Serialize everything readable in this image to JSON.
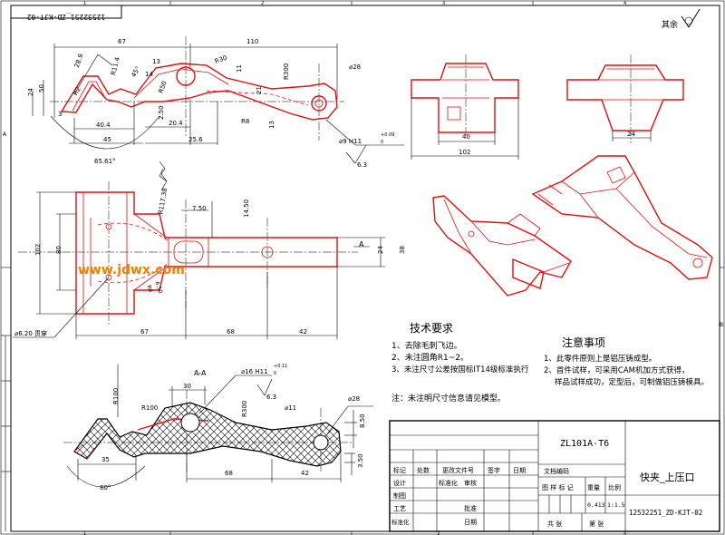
{
  "drawing": {
    "code_box": "12532251_ZD-KJT-02",
    "roughness_note": "其余",
    "watermark": "www.jdwx.com",
    "section_label": "A-A",
    "arrow_label": "A",
    "dimensions": {
      "d67_top": "67",
      "d110_top": "110",
      "d28_9": "28.9",
      "r11_4": "R11.4",
      "d45_deg": "45°",
      "d14": "14",
      "d13": "13",
      "d24_top": "24",
      "d50_left": "50",
      "r2": "R2",
      "r50": "R50",
      "r30": "R30",
      "d11_a": "11",
      "d21_a": "21",
      "r300": "R300",
      "dia28_top": "⌀28",
      "d3": "3",
      "d40_4": "40.4",
      "d2_50": "2.50",
      "d20_4": "20.4",
      "r8": "R8",
      "d13_b": "13",
      "d45": "45",
      "d25_6": "25.6",
      "dia9": "⌀9 H11",
      "tol9_up": "+0.09",
      "tol9_dn": "0",
      "rough63_a": "6.3",
      "d65_61": "65.61°",
      "d40_fr": "40",
      "d102_fr": "102",
      "d24_sd": "24",
      "r117": "R117.38",
      "d7_50": "7.50",
      "d14_50": "14.50",
      "d102_plan": "102",
      "d80_plan": "80",
      "d24_plan": "24",
      "d38_plan": "38",
      "r6": "R6",
      "d6_50": "6.50",
      "d67_plan": "67",
      "d68_plan": "68",
      "d42_plan": "42",
      "dia6_2": "⌀6.20 贯穿",
      "r100": "R100",
      "r100_b": "R100",
      "d30_sec": "30",
      "dia16": "⌀16 H11",
      "tol16_up": "+0.11",
      "tol16_dn": "0",
      "r300_b": "R300",
      "rough63_b": "6.3",
      "dia11_sec": "⌀11",
      "dia28_sec": "⌀28",
      "d8_50": "8.50",
      "d35_sec": "35",
      "d80deg": "80°",
      "d68_sec": "68",
      "d42_sec": "42",
      "d3_50": "3.50"
    }
  },
  "tech_req": {
    "title": "技术要求",
    "items": [
      "1、去除毛刺飞边。",
      "2、未注圆角R1~2。",
      "3、未注尺寸公差按国标IT14级标准执行"
    ],
    "note": "注：未注明尺寸信息请见模型。"
  },
  "notice": {
    "title": "注意事项",
    "items": [
      "1、此零件原则上是铝压铸成型。",
      "2、首件试样，可采用CAM机加方式获得，",
      "样品试样成功，定型后，可制做铝压铸模具。"
    ]
  },
  "title_block": {
    "part_no": "ZL101A-T6",
    "part_name": "快夹_上压口",
    "drawing_no": "12532251_ZD-KJT-02",
    "weight": "0.413",
    "scale": "1:1.5",
    "headers": {
      "mark": "标记",
      "count": "处数",
      "file": "更改文件号",
      "sign": "签字",
      "date": "日期",
      "doc_no": "文档编码",
      "design": "设计",
      "standard": "标准化",
      "review": "审核",
      "draw": "制图",
      "process": "工艺",
      "approve": "批准",
      "standardized": "标准化",
      "date2": "日期",
      "stage": "图 样 标 记",
      "weight_h": "重量",
      "scale_h": "比例",
      "total": "共  张",
      "sheet": "第  张"
    }
  },
  "border": {
    "top_marks": [
      "1",
      "2",
      "3",
      "4"
    ],
    "bottom_marks": [
      "1",
      "2",
      "3",
      "4"
    ],
    "side_marks": [
      "A",
      "B"
    ]
  }
}
